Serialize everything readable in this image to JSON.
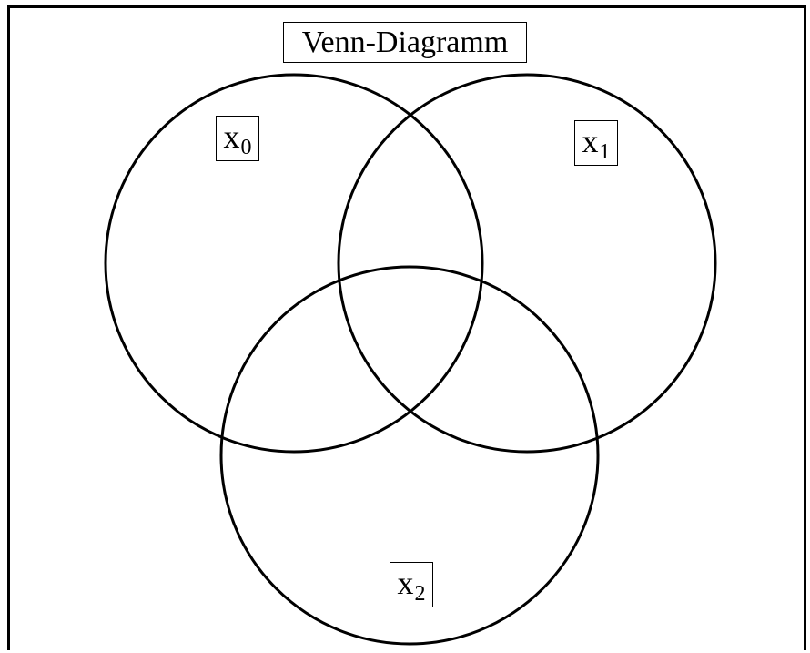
{
  "title": "Venn-Diagramm",
  "sets": [
    {
      "id": "x0",
      "base": "x",
      "subscript": "0"
    },
    {
      "id": "x1",
      "base": "x",
      "subscript": "1"
    },
    {
      "id": "x2",
      "base": "x",
      "subscript": "2"
    }
  ],
  "colors": {
    "stroke": "#000000",
    "background": "#ffffff"
  }
}
